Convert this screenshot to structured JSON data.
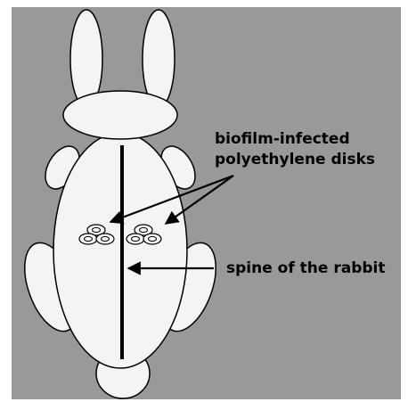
{
  "colors": {
    "background": "#999999",
    "body_fill": "#f4f4f4",
    "outline": "#000000"
  },
  "labels": {
    "disks_line1": "biofilm-infected",
    "disks_line2": "polyethylene disks",
    "spine": "spine of the rabbit"
  }
}
